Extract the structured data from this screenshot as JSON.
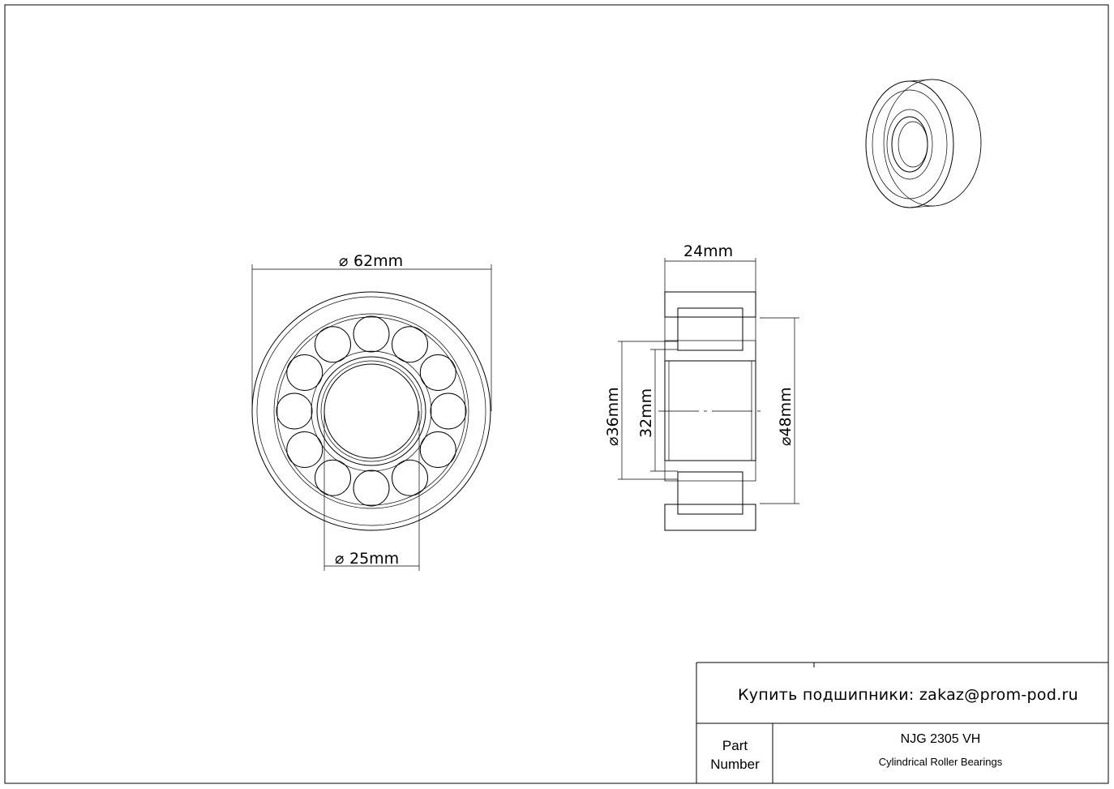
{
  "dimensions": {
    "outer_diameter": "62mm",
    "bore_diameter": "25mm",
    "width": "24mm",
    "diameter_36": "36mm",
    "dim_32": "32mm",
    "diameter_48": "48mm",
    "diameter_symbol": "⌀"
  },
  "title_block": {
    "buy_text": "Купить подшипники: zakaz@prom-pod.ru",
    "part_label_1": "Part",
    "part_label_2": "Number",
    "part_number": "NJG 2305 VH",
    "description": "Cylindrical Roller Bearings"
  },
  "rollers_count": 12
}
